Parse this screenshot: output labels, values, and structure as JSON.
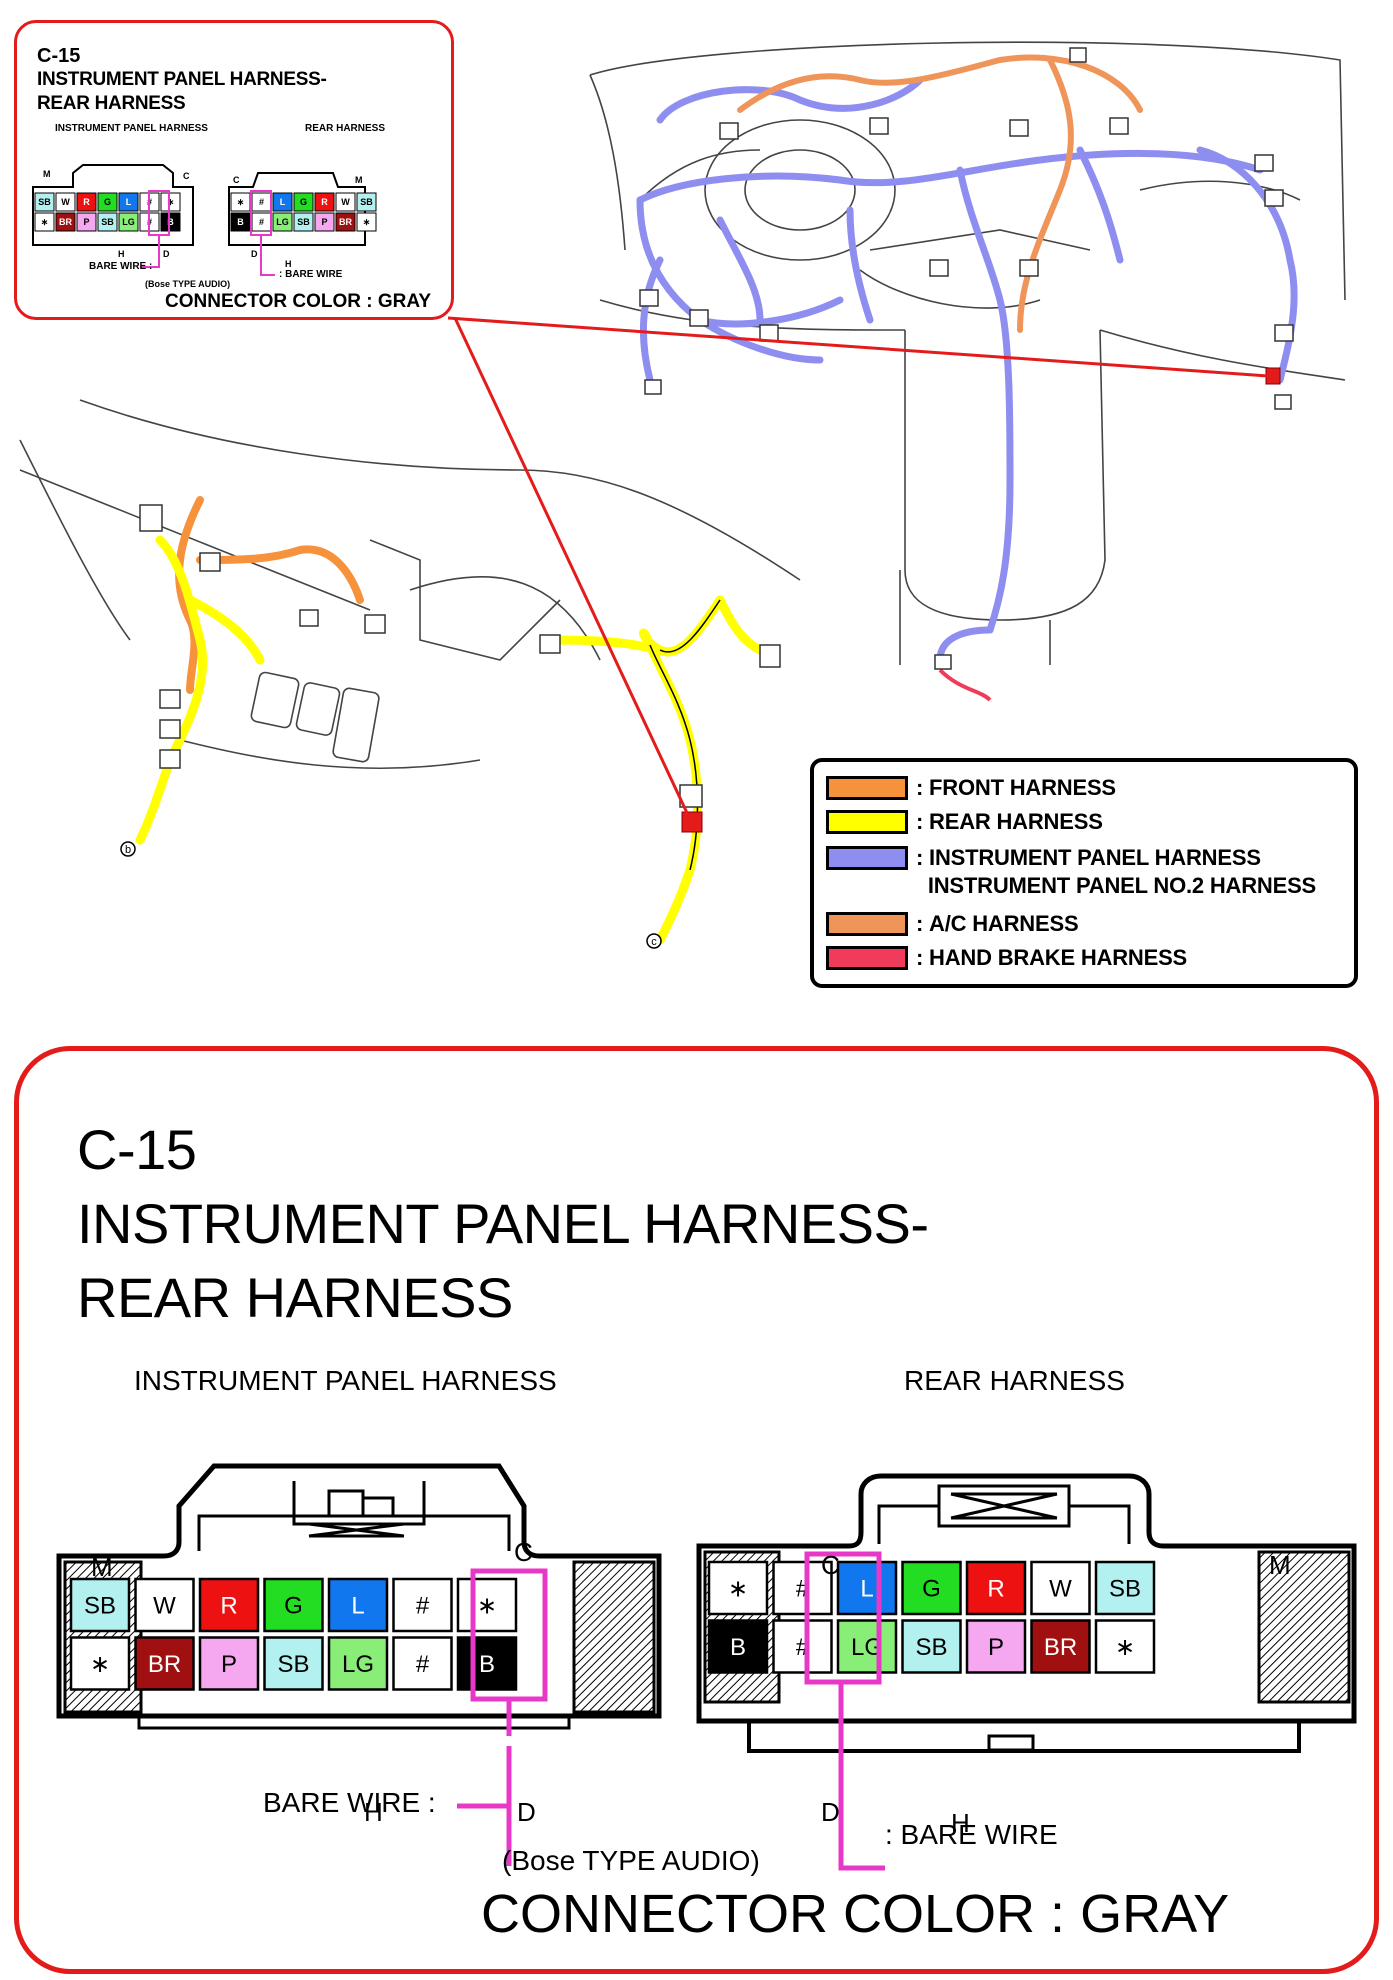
{
  "inset": {
    "code": "C-15",
    "title_line1": "INSTRUMENT PANEL HARNESS-",
    "title_line2": "REAR HARNESS",
    "left_head": "INSTRUMENT PANEL HARNESS",
    "right_head": "REAR HARNESS",
    "bare_left": "BARE WIRE :",
    "bare_right": ": BARE WIRE",
    "note": "(Bose TYPE AUDIO)",
    "connector_color": "CONNECTOR COLOR : GRAY"
  },
  "legend": {
    "items": [
      {
        "label": "FRONT HARNESS",
        "color": "#f7923c"
      },
      {
        "label": "REAR HARNESS",
        "color": "#ffff00"
      },
      {
        "label": "INSTRUMENT PANEL HARNESS",
        "label2": "INSTRUMENT PANEL NO.2 HARNESS",
        "color": "#8e8ef0"
      },
      {
        "label": "A/C HARNESS",
        "color": "#f0955a"
      },
      {
        "label": "HAND BRAKE HARNESS",
        "color": "#f03c5a"
      }
    ]
  },
  "callouts": {
    "b": "b",
    "c": "c"
  },
  "detail": {
    "code": "C-15",
    "title_line1": "INSTRUMENT PANEL HARNESS-",
    "title_line2": "REAR HARNESS",
    "left_head": "INSTRUMENT PANEL HARNESS",
    "right_head": "REAR HARNESS",
    "bare_left": "BARE WIRE :",
    "bare_right": ": BARE WIRE",
    "note": "(Bose TYPE AUDIO)",
    "connector_color": "CONNECTOR COLOR : GRAY",
    "left_connector": {
      "label_M": "M",
      "label_C": "C",
      "label_H": "H",
      "label_D": "D",
      "top_row": [
        {
          "text": "SB",
          "color": "#b3f0f0"
        },
        {
          "text": "W",
          "color": "#ffffff"
        },
        {
          "text": "R",
          "color": "#ee1111"
        },
        {
          "text": "G",
          "color": "#22dd22"
        },
        {
          "text": "L",
          "color": "#1177ee"
        },
        {
          "text": "#",
          "color": "#ffffff"
        },
        {
          "text": "∗",
          "color": "#ffffff"
        }
      ],
      "bottom_row": [
        {
          "text": "∗",
          "color": "#ffffff"
        },
        {
          "text": "BR",
          "color": "#a01010"
        },
        {
          "text": "P",
          "color": "#f5a8f0"
        },
        {
          "text": "SB",
          "color": "#b3f0f0"
        },
        {
          "text": "LG",
          "color": "#88ee77"
        },
        {
          "text": "#",
          "color": "#ffffff"
        },
        {
          "text": "B",
          "color": "#000000"
        }
      ]
    },
    "right_connector": {
      "label_C": "C",
      "label_M": "M",
      "label_D": "D",
      "label_H": "H",
      "top_row": [
        {
          "text": "∗",
          "color": "#ffffff"
        },
        {
          "text": "#",
          "color": "#ffffff"
        },
        {
          "text": "L",
          "color": "#1177ee"
        },
        {
          "text": "G",
          "color": "#22dd22"
        },
        {
          "text": "R",
          "color": "#ee1111"
        },
        {
          "text": "W",
          "color": "#ffffff"
        },
        {
          "text": "SB",
          "color": "#b3f0f0"
        }
      ],
      "bottom_row": [
        {
          "text": "B",
          "color": "#000000"
        },
        {
          "text": "#",
          "color": "#ffffff"
        },
        {
          "text": "LG",
          "color": "#88ee77"
        },
        {
          "text": "SB",
          "color": "#b3f0f0"
        },
        {
          "text": "P",
          "color": "#f5a8f0"
        },
        {
          "text": "BR",
          "color": "#a01010"
        },
        {
          "text": "∗",
          "color": "#ffffff"
        }
      ]
    }
  }
}
